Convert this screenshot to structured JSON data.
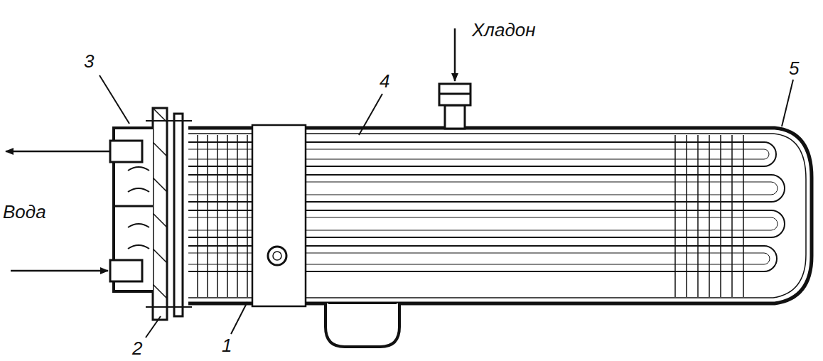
{
  "diagram": {
    "labels": [
      "Хладон",
      "3",
      "4",
      "5",
      "Вода",
      "2",
      "1"
    ]
  }
}
